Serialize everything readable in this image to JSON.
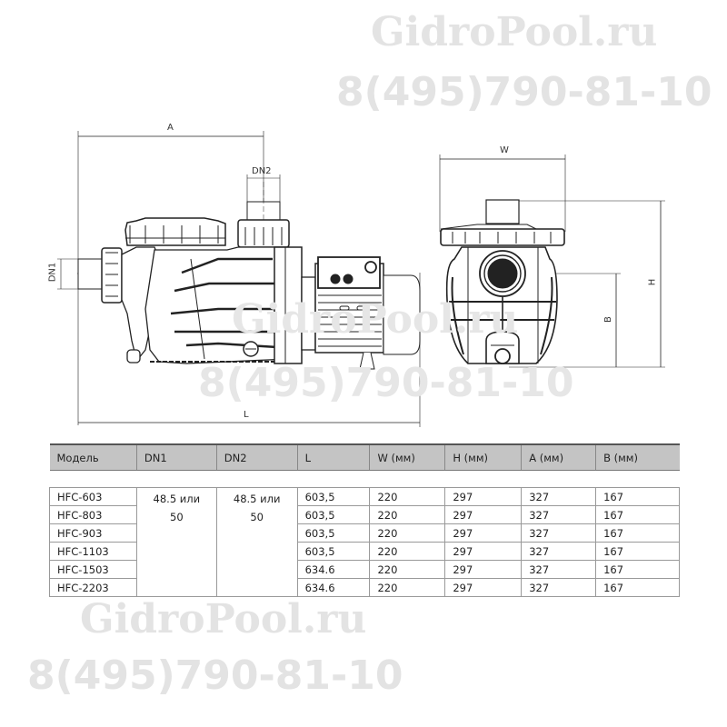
{
  "watermarks": [
    {
      "text": "GidroPool.ru",
      "position": "top-right-line1"
    },
    {
      "text": "8(495)790-81-10",
      "position": "top-right-line2"
    },
    {
      "text": "GidroPool.ru",
      "position": "middle-line1"
    },
    {
      "text": "8(495)790-81-10",
      "position": "middle-line2"
    },
    {
      "text": "GidroPool.ru",
      "position": "bottom-left-line1"
    },
    {
      "text": "8(495)790-81-10",
      "position": "bottom-left-line2"
    }
  ],
  "side_view": {
    "dimensions": {
      "A": "A",
      "L": "L",
      "DN1": "DN1",
      "DN2": "DN2"
    }
  },
  "front_view": {
    "dimensions": {
      "W": "W",
      "H": "H",
      "B": "B"
    }
  },
  "table": {
    "headers": [
      "Модель",
      "DN1",
      "DN2",
      "L",
      "W (мм)",
      "H (мм)",
      "A (мм)",
      "B (мм)"
    ],
    "dn1_merged": {
      "line1": "48.5 или",
      "line2": "50"
    },
    "dn2_merged": {
      "line1": "48.5 или",
      "line2": "50"
    },
    "rows": [
      {
        "model": "HFC-603",
        "L": "603,5",
        "W": "220",
        "H": "297",
        "A": "327",
        "B": "167"
      },
      {
        "model": "HFC-803",
        "L": "603,5",
        "W": "220",
        "H": "297",
        "A": "327",
        "B": "167"
      },
      {
        "model": "HFC-903",
        "L": "603,5",
        "W": "220",
        "H": "297",
        "A": "327",
        "B": "167"
      },
      {
        "model": "HFC-1103",
        "L": "603,5",
        "W": "220",
        "H": "297",
        "A": "327",
        "B": "167"
      },
      {
        "model": "HFC-1503",
        "L": "634.6",
        "W": "220",
        "H": "297",
        "A": "327",
        "B": "167"
      },
      {
        "model": "HFC-2203",
        "L": "634.6",
        "W": "220",
        "H": "297",
        "A": "327",
        "B": "167"
      }
    ]
  }
}
